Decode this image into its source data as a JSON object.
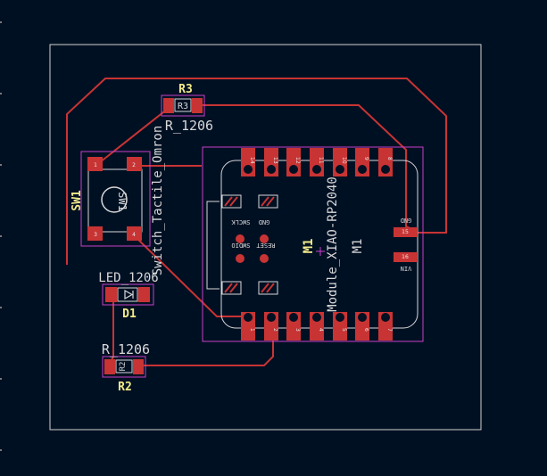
{
  "colors": {
    "background": "#001023",
    "trace": "#c83434",
    "pad": "#c83434",
    "courtyard": "#c840c8",
    "edge_cuts": "#d0d2cd",
    "reference_text": "#f2eb8a",
    "value_text": "#d8d8d8",
    "grid_marker": "#7a7a7a"
  },
  "components": {
    "r3": {
      "ref": "R3",
      "value": "R_1206",
      "body_label": "R3"
    },
    "r2": {
      "ref": "R2",
      "value": "R_1206",
      "body_label": "R2"
    },
    "d1": {
      "ref": "D1",
      "value": "LED_1206"
    },
    "sw1": {
      "ref": "SW1",
      "value": "Switch_Tactile_Omron",
      "body_label": "SW1",
      "side_ref": "SW1"
    },
    "m1": {
      "ref": "M1",
      "ref_fab": "M1",
      "value": "Module_XIAO-RP2040",
      "top_pins": [
        "14",
        "13",
        "12",
        "11",
        "10",
        "9",
        "8"
      ],
      "bottom_pins": [
        "1",
        "2",
        "3",
        "4",
        "5",
        "6",
        "7"
      ],
      "labels": {
        "swclk": "SWCLK",
        "gnd_left": "GND",
        "swdio": "SWDIO",
        "reset": "RESET",
        "gnd_right": "GND",
        "vin": "VIN"
      },
      "right_pads": [
        "15",
        "16"
      ]
    }
  }
}
